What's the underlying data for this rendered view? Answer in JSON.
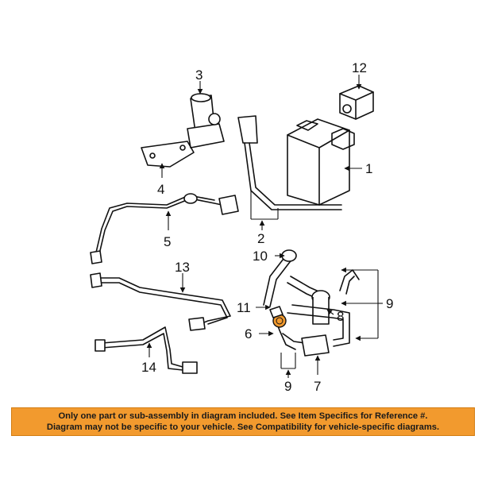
{
  "diagram": {
    "callouts": {
      "c1": "1",
      "c2": "2",
      "c3": "3",
      "c4": "4",
      "c5": "5",
      "c6": "6",
      "c7": "7",
      "c8": "8",
      "c9a": "9",
      "c9b": "9",
      "c10": "10",
      "c11": "11",
      "c12": "12",
      "c13": "13",
      "c14": "14"
    },
    "colors": {
      "highlight_part": "#f29a2e",
      "banner_bg": "#f29a2e"
    }
  },
  "banner": {
    "line1": "Only one part or sub-assembly in diagram included. See Item Specifics for Reference #.",
    "line2": "Diagram may not be specific to your vehicle. See Compatibility for vehicle-specific diagrams."
  }
}
